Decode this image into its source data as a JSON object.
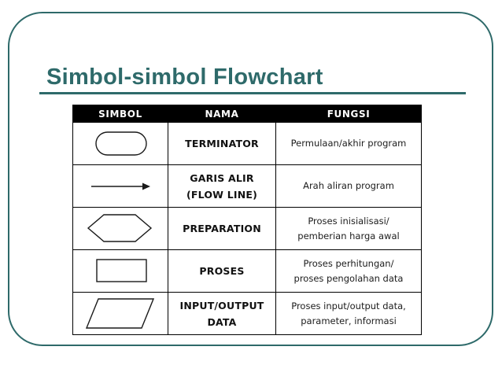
{
  "slide": {
    "title": "Simbol-simbol Flowchart",
    "accent_color": "#2E6A6A",
    "background_color": "#FFFFFF",
    "header_bg_color": "#000000",
    "header_text_color": "#FFFFFF",
    "table_border_color": "#000000"
  },
  "table": {
    "headers": [
      "SIMBOL",
      "NAMA",
      "FUNGSI"
    ],
    "rows": [
      {
        "symbol_icon": "terminator-stadium-shape",
        "nama": "TERMINATOR",
        "fungsi": "Permulaan/akhir program"
      },
      {
        "symbol_icon": "flow-line-arrow",
        "nama": "GARIS ALIR\n(FLOW LINE)",
        "fungsi": "Arah aliran program"
      },
      {
        "symbol_icon": "preparation-hexagon",
        "nama": "PREPARATION",
        "fungsi": "Proses inisialisasi/\npemberian harga awal"
      },
      {
        "symbol_icon": "process-rectangle",
        "nama": "PROSES",
        "fungsi": "Proses perhitungan/\nproses pengolahan data"
      },
      {
        "symbol_icon": "input-output-parallelogram",
        "nama": "INPUT/OUTPUT DATA",
        "fungsi": "Proses input/output data,\nparameter, informasi"
      }
    ]
  }
}
